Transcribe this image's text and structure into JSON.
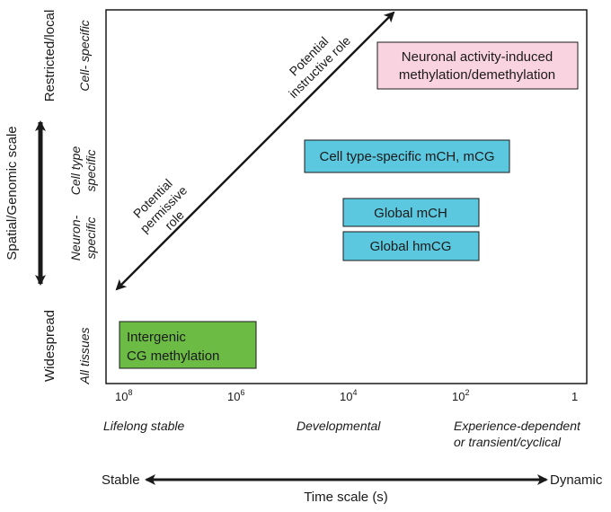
{
  "y_axis": {
    "title": "Spatial/Genomic scale",
    "levels": {
      "top": "Restricted/local",
      "bottom": "Widespread"
    },
    "categories": {
      "cell_specific": "Cell- specific",
      "cell_type_line1": "Cell type",
      "cell_type_line2": "specific",
      "neuron_line1": "Neuron-",
      "neuron_line2": "specific",
      "all_tissues": "All tissues"
    }
  },
  "x_axis": {
    "ticks": [
      {
        "base": "10",
        "exp": "8"
      },
      {
        "base": "10",
        "exp": "6"
      },
      {
        "base": "10",
        "exp": "4"
      },
      {
        "base": "10",
        "exp": "2"
      },
      {
        "base": "1",
        "exp": ""
      }
    ],
    "categories": {
      "lifelong": "Lifelong stable",
      "developmental": "Developmental",
      "experience_line1": "Experience-dependent",
      "experience_line2": "or transient/cyclical"
    },
    "stable_label": "Stable",
    "dynamic_label": "Dynamic",
    "title": "Time scale (s)"
  },
  "diagonal": {
    "permissive_line1": "Potential",
    "permissive_line2": "permissive",
    "permissive_line3": "role",
    "instructive_line1": "Potential",
    "instructive_line2": "instructive role"
  },
  "boxes": {
    "neuronal_activity": {
      "line1": "Neuronal activity-induced",
      "line2": "methylation/demethylation",
      "color": "#fad3e0"
    },
    "cell_type_specific": {
      "line1": "Cell type-specific mCH, mCG",
      "color": "#5bc8df"
    },
    "global_mch": {
      "line1": "Global mCH",
      "color": "#5bc8df"
    },
    "global_hmcg": {
      "line1": "Global hmCG",
      "color": "#5bc8df"
    },
    "intergenic": {
      "line1": "Intergenic",
      "line2": "CG methylation",
      "color": "#6cbb45"
    }
  }
}
